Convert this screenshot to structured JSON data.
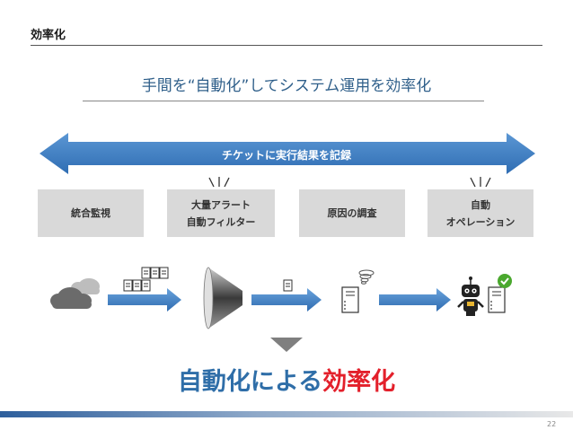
{
  "header": {
    "title": "効率化"
  },
  "main_title": "手間を“自動化”してシステム運用を効率化",
  "arrow_label": "チケットに実行結果を記録",
  "boxes": [
    {
      "line1": "統合監視",
      "line2": ""
    },
    {
      "line1": "大量アラート",
      "line2": "自動フィルター"
    },
    {
      "line1": "原因の調査",
      "line2": ""
    },
    {
      "line1": "自動",
      "line2": "オペレーション"
    }
  ],
  "conclusion": {
    "part1": "自動化による",
    "part2": "効率化"
  },
  "page_number": "22",
  "colors": {
    "accent_blue": "#3b7dc4",
    "text_blue": "#2f5f8a",
    "accent_red": "#e3202b",
    "box_gray": "#d9d9d9",
    "check_green": "#4aa82e"
  },
  "icons": [
    "cloud-icon",
    "alert-documents-icon",
    "filter-funnel-icon",
    "document-icon",
    "server-icon",
    "tornado-icon",
    "robot-icon",
    "checkmark-icon"
  ]
}
